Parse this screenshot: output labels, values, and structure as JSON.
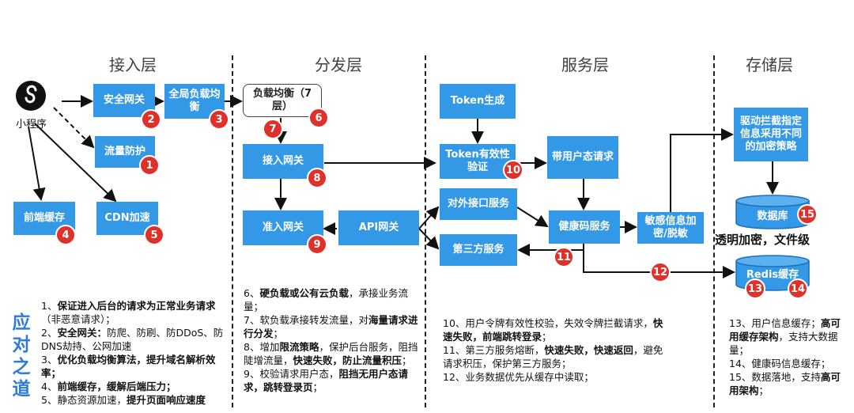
{
  "layers": [
    "接入层",
    "分发层",
    "服务层",
    "存储层"
  ],
  "mini_program_label": "小程序",
  "boxes": {
    "safe_gateway": "安全网关",
    "global_lb": "全局负载均衡",
    "flow_protect": "流量防护",
    "front_cache": "前端缓存",
    "cdn": "CDN加速",
    "lb7": "负载均衡（7层）",
    "access_gateway": "接入网关",
    "admit_gateway": "准入网关",
    "api_gateway": "API网关",
    "token_gen": "Token生成",
    "token_verify": "Token有效性验证",
    "with_token": "带用户态请求",
    "external_api": "对外接口服务",
    "third_party": "第三方服务",
    "health_code": "健康码服务",
    "desensitize": "敏感信息加密/脱敏",
    "driver_intercept": "驱动拦截指定信息采用不同的加密策略",
    "database": "数据库",
    "redis": "Redis缓存"
  },
  "transparent_enc_label": "透明加密，文件级",
  "badges": [
    "1",
    "2",
    "3",
    "4",
    "5",
    "6",
    "7",
    "8",
    "9",
    "10",
    "11",
    "12",
    "13",
    "14",
    "15"
  ],
  "side_label": [
    "应",
    "对",
    "之",
    "道"
  ],
  "notes": {
    "col1": [
      [
        {
          "t": "1、"
        },
        {
          "t": "保证进入后台的请求为正常业务请求",
          "b": true
        },
        {
          "t": "（非恶意请求）；"
        }
      ],
      [
        {
          "t": "2、"
        },
        {
          "t": "安全网关：",
          "b": true
        },
        {
          "t": "防爬、防刷、防DDoS、防DNS劫持、公网加速"
        }
      ],
      [
        {
          "t": "3、"
        },
        {
          "t": "优化负载均衡算法，提升域名解析效率；",
          "b": true
        }
      ],
      [
        {
          "t": "4、"
        },
        {
          "t": "前端缓存，缓解后端压力；",
          "b": true
        }
      ],
      [
        {
          "t": "5、静态资源加速，"
        },
        {
          "t": "提升页面响应速度",
          "b": true
        }
      ]
    ],
    "col2": [
      [
        {
          "t": "6、"
        },
        {
          "t": "硬负载或公有云负载",
          "b": true
        },
        {
          "t": "，承接业务流量；"
        }
      ],
      [
        {
          "t": "7、软负载承接转发流量，对"
        },
        {
          "t": "海量请求进行分发",
          "b": true
        },
        {
          "t": "；"
        }
      ],
      [
        {
          "t": "8、增加"
        },
        {
          "t": "限流策略",
          "b": true
        },
        {
          "t": "，保护后台服务，阻挡陡增流量，"
        },
        {
          "t": "快速失败，防止流量积压",
          "b": true
        },
        {
          "t": "；"
        }
      ],
      [
        {
          "t": "9、校验请求用户态，"
        },
        {
          "t": "阻挡无用户态请求，跳转登录页",
          "b": true
        },
        {
          "t": "；"
        }
      ]
    ],
    "col3": [
      [
        {
          "t": "10、用户令牌有效性校验，失效令牌拦截请求，"
        },
        {
          "t": "快速失败，前端跳转登录",
          "b": true
        },
        {
          "t": "；"
        }
      ],
      [
        {
          "t": "11、第三方服务熔断，"
        },
        {
          "t": "快速失败，快速返回",
          "b": true
        },
        {
          "t": "，避免请求积压，保护第三方服务；"
        }
      ],
      [
        {
          "t": "12、业务数据优先从缓存中读取；"
        }
      ]
    ],
    "col4": [
      [
        {
          "t": "13、用户信息缓存；"
        },
        {
          "t": "高可用缓存架构",
          "b": true
        },
        {
          "t": "，支持大数据量；"
        }
      ],
      [
        {
          "t": "14、健康码信息缓存；"
        }
      ],
      [
        {
          "t": "15、数据落地，支持"
        },
        {
          "t": "高可用架构",
          "b": true
        },
        {
          "t": "；"
        }
      ]
    ]
  },
  "colors": {
    "box": "#3399e6",
    "badge": "#e0302a",
    "accent": "#2e7bd8"
  }
}
